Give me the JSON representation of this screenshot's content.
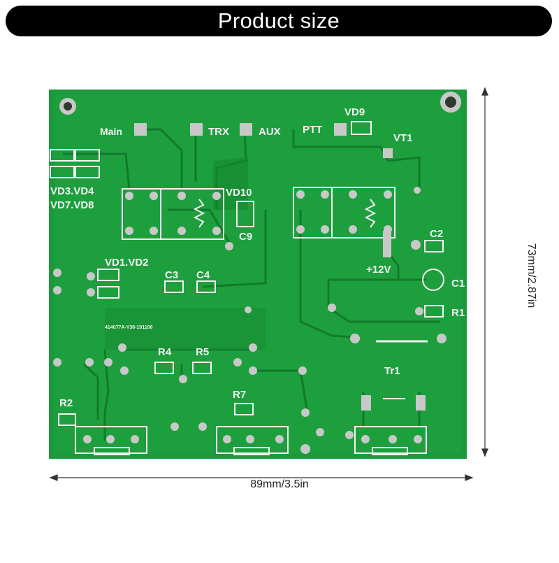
{
  "banner": {
    "title": "Product size"
  },
  "dimensions": {
    "width_label": "89mm/3.5in",
    "height_label": "73mm/2.87in"
  },
  "pcb": {
    "silkscreen": {
      "main": "Main",
      "trx": "TRX",
      "aux": "AUX",
      "ptt": "PTT",
      "vd9": "VD9",
      "vt1": "VT1",
      "vd3_vd4": "VD3.VD4",
      "vd7_vd8": "VD7.VD8",
      "vd10": "VD10",
      "c9": "C9",
      "c2": "C2",
      "plus12v": "+12V",
      "c1": "C1",
      "r1": "R1",
      "vd1_vd2": "VD1.VD2",
      "c3": "C3",
      "c4": "C4",
      "board_code": "414077A-Y36-191106",
      "r4": "R4",
      "r5": "R5",
      "tr1": "Tr1",
      "r2": "R2",
      "r7": "R7"
    },
    "colors": {
      "board": "#1a9a3a",
      "board_dark": "#0f7d2b",
      "trace": "#22b046",
      "pad": "#c8c8c8",
      "silkscreen": "#f2f2f2"
    }
  }
}
